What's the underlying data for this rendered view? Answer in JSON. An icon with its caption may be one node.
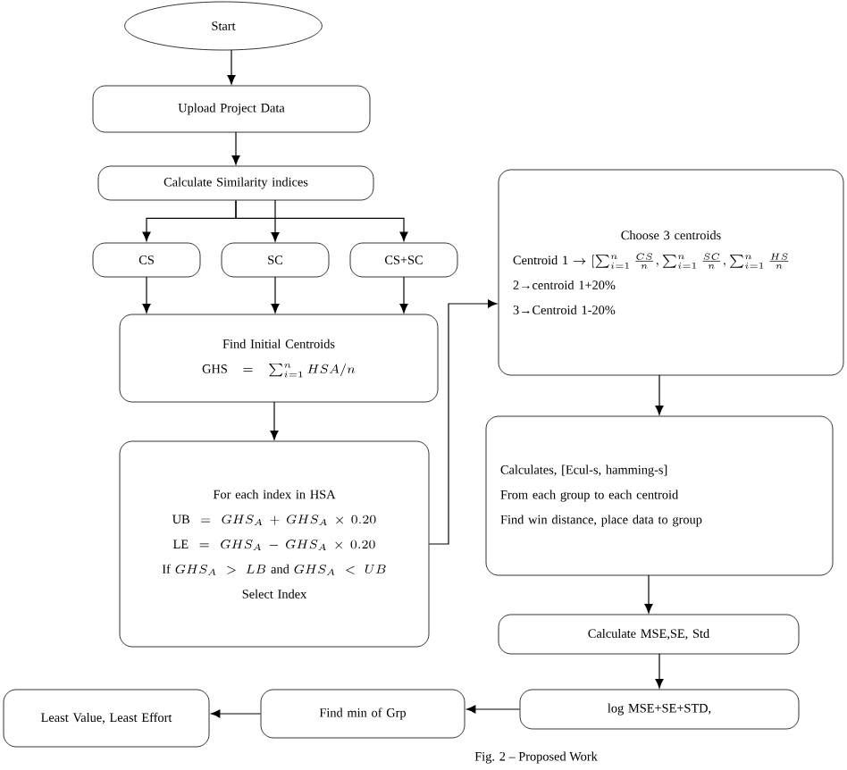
{
  "diagram": {
    "caption": "Fig. 2 – Proposed Work",
    "nodes": [
      {
        "text": [
          "Start"
        ]
      },
      {
        "text": [
          "Upload Project Data"
        ]
      },
      {
        "text": [
          "Calculate Similarity indices"
        ]
      },
      {
        "text": [
          "CS"
        ]
      },
      {
        "text": [
          "SC"
        ]
      },
      {
        "text": [
          "CS+SC"
        ]
      },
      {
        "text": [
          "Find Initial Centroids",
          "\\mathrm{GHS}=\\sum_{i=1}^{n} HSA/n"
        ]
      },
      {
        "text": [
          "For each index in HSA",
          "\\mathrm{UB}=GHS_A + GHS_A \\times 0.20",
          "\\mathrm{LE}=GHS_A - GHS_A \\times 0.20",
          "\\mathrm{If}\\ GHS_A > LB\\ \\mathrm{and}\\ GHS_A < UB",
          "Select Index"
        ]
      },
      {
        "text": [
          "Choose 3 centroids",
          "\\mathrm{Centroid\\ 1}\\rightarrow[\\sum_{i=1}^{n}\\frac{CS}{n},\\sum_{i=1}^{n}\\frac{SC}{n},\\sum_{i=1}^{n}\\frac{HS}{n}",
          "2→centroid 1+20%",
          "3→Centroid 1-20%"
        ]
      },
      {
        "text": [
          "Calculates, [Ecul-s, hamming-s]",
          "From each group to each centroid",
          "Find win distance, place data to group"
        ]
      },
      {
        "text": [
          "Calculate MSE,SE, Std"
        ]
      },
      {
        "text": [
          "log MSE+SE+STD,"
        ]
      },
      {
        "text": [
          "Find min of Grp"
        ]
      },
      {
        "text": [
          "Least Value, Least Effort"
        ]
      }
    ],
    "edges": [
      {
        "from": 0,
        "to": 1,
        "arrow": "to"
      },
      {
        "from": 1,
        "to": 2,
        "arrow": "to"
      },
      {
        "from": 2,
        "to": 3,
        "arrow": "to"
      },
      {
        "from": 2,
        "to": 4,
        "arrow": "to"
      },
      {
        "from": 2,
        "to": 5,
        "arrow": "to"
      },
      {
        "from": 3,
        "to": 6,
        "arrow": "to"
      },
      {
        "from": 4,
        "to": 6,
        "arrow": "to"
      },
      {
        "from": 5,
        "to": 6,
        "arrow": "to"
      },
      {
        "from": 6,
        "to": 7,
        "arrow": "to"
      },
      {
        "from": 7,
        "to": 8,
        "arrow": "to"
      },
      {
        "from": 8,
        "to": 9,
        "arrow": "to"
      },
      {
        "from": 9,
        "to": 10,
        "arrow": "to"
      },
      {
        "from": 10,
        "to": 11,
        "arrow": "to"
      },
      {
        "from": 11,
        "to": 12,
        "arrow": "to"
      },
      {
        "from": 12,
        "to": 13,
        "arrow": "to"
      }
    ]
  }
}
